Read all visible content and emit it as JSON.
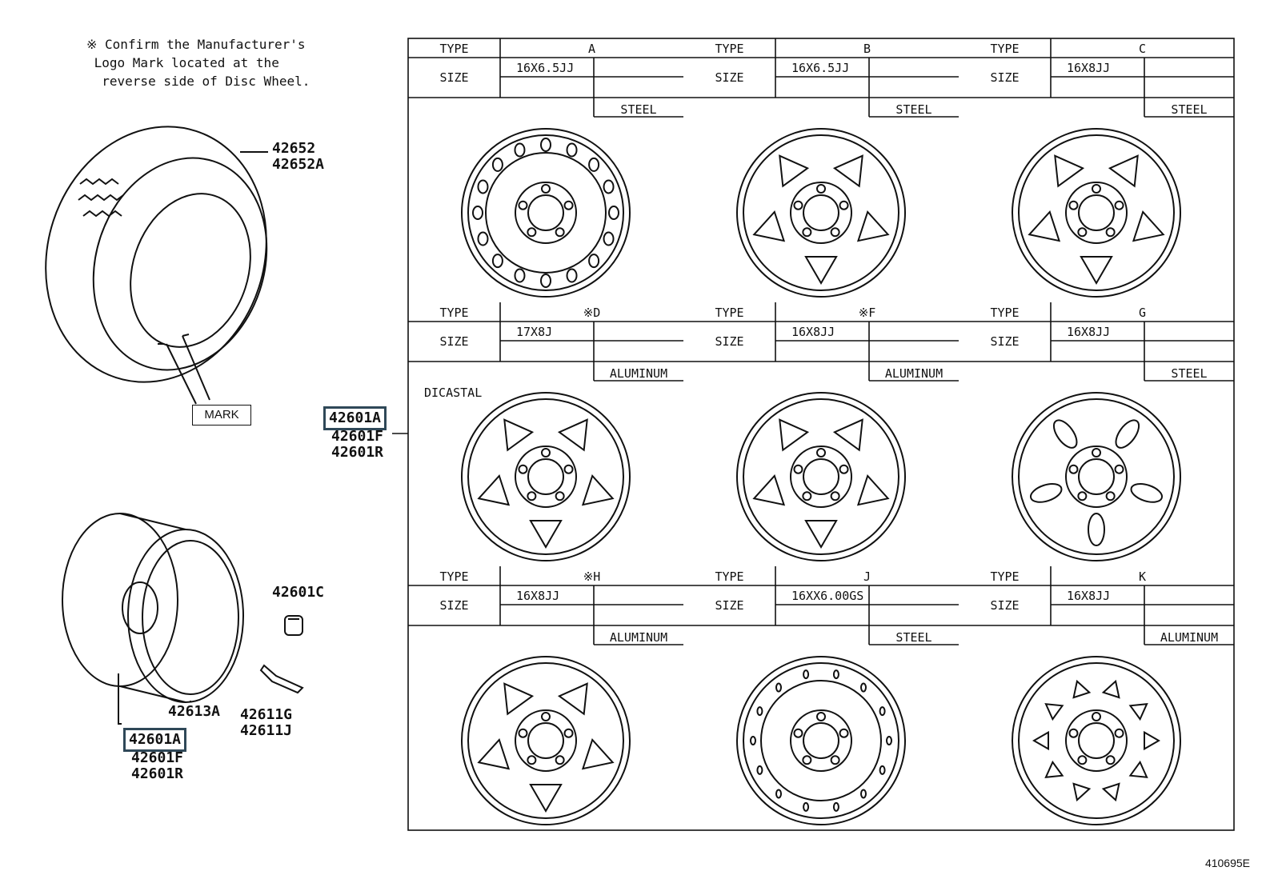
{
  "note": "※ Confirm the Manufacturer's\n Logo Mark located at the\n  reverse side of Disc Wheel.",
  "tire": {
    "parts": [
      "42652",
      "42652A"
    ],
    "mark_label": "MARK"
  },
  "wheel_callout": {
    "highlight": "42601A",
    "parts": [
      "42601F",
      "42601R"
    ]
  },
  "valve": {
    "cap": "42601C",
    "stems": [
      "42611G",
      "42611J"
    ]
  },
  "rim_band": "42613A",
  "lower_wheel": {
    "highlight": "42601A",
    "parts": [
      "42601F",
      "42601R"
    ]
  },
  "grid": {
    "type_label": "TYPE",
    "size_label": "SIZE",
    "cells": [
      {
        "type": "A",
        "size": "16X6.5JJ",
        "material": "STEEL",
        "style": "steel-holes"
      },
      {
        "type": "B",
        "size": "16X6.5JJ",
        "material": "STEEL",
        "style": "steel-5spoke"
      },
      {
        "type": "C",
        "size": "16X8JJ",
        "material": "STEEL",
        "style": "steel-5spoke"
      },
      {
        "type": "※D",
        "size": "17X8J",
        "material": "ALUMINUM",
        "style": "alloy-5spoke",
        "maker": "DICASTAL"
      },
      {
        "type": "※F",
        "size": "16X8JJ",
        "material": "ALUMINUM",
        "style": "alloy-5spoke"
      },
      {
        "type": "G",
        "size": "16X8JJ",
        "material": "STEEL",
        "style": "steel-oval"
      },
      {
        "type": "※H",
        "size": "16X8JJ",
        "material": "ALUMINUM",
        "style": "alloy-5spoke"
      },
      {
        "type": "J",
        "size": "16XX6.00GS",
        "material": "STEEL",
        "style": "steel-plain"
      },
      {
        "type": "K",
        "size": "16X8JJ",
        "material": "ALUMINUM",
        "style": "alloy-10spoke"
      }
    ]
  },
  "diagram_code": "410695E"
}
